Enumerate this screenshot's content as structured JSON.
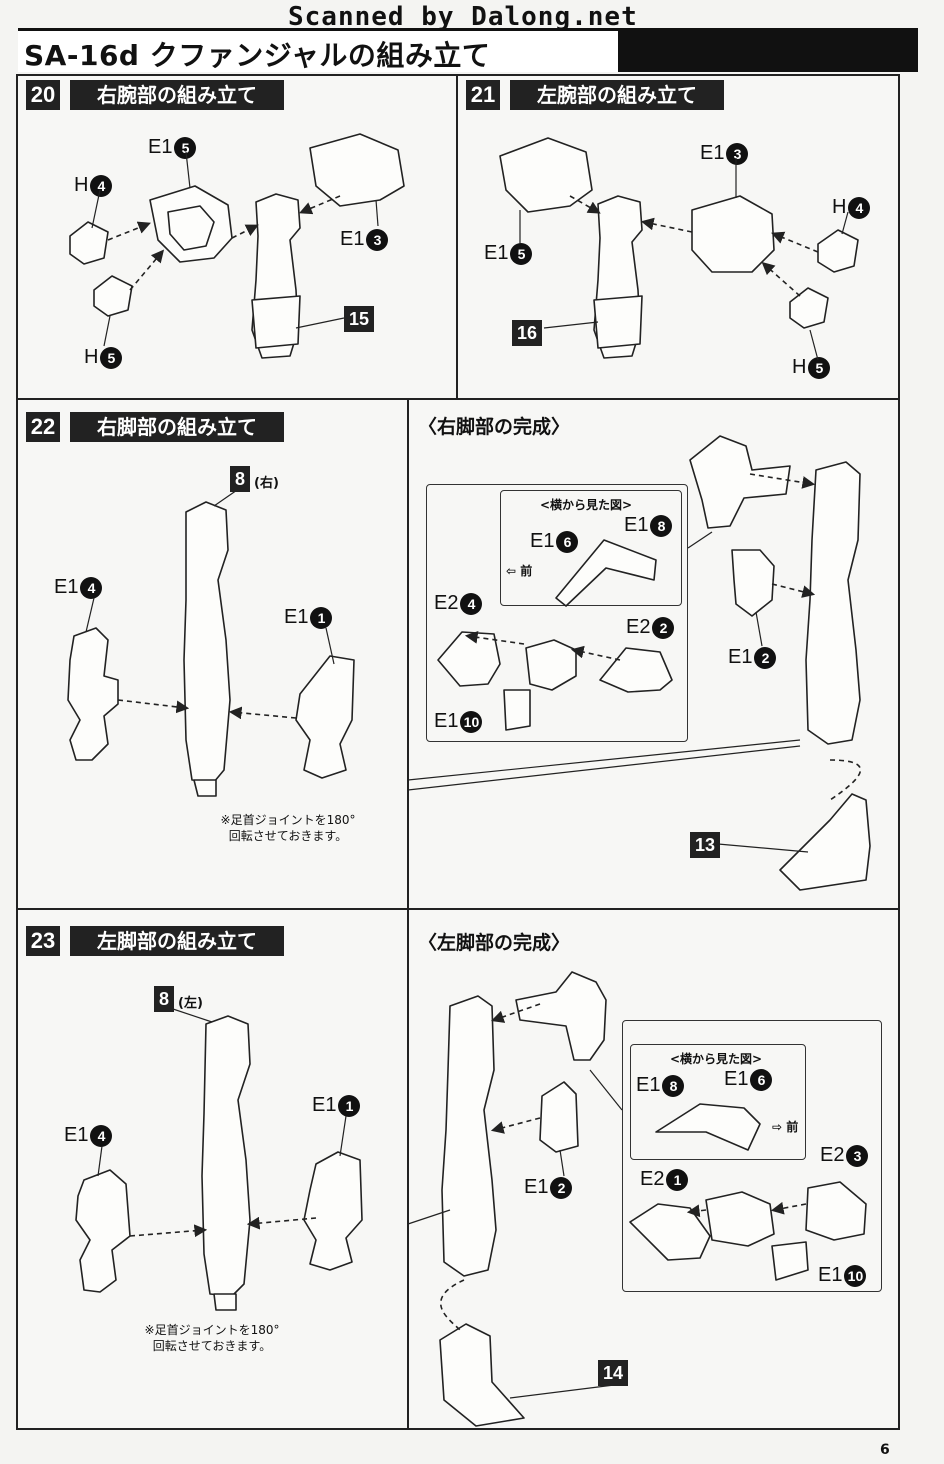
{
  "watermark": "Scanned by Dalong.net",
  "page_title": "SA-16d クファンジャルの組み立て",
  "page_number": "6",
  "steps": [
    {
      "num": "20",
      "title": "右腕部の組み立て",
      "parts": {
        "a": {
          "prefix": "E1",
          "n": "5"
        },
        "b": {
          "prefix": "H",
          "n": "4"
        },
        "c": {
          "prefix": "E1",
          "n": "3"
        },
        "d": {
          "prefix": "H",
          "n": "5"
        }
      },
      "ref": "15"
    },
    {
      "num": "21",
      "title": "左腕部の組み立て",
      "parts": {
        "a": {
          "prefix": "E1",
          "n": "3"
        },
        "b": {
          "prefix": "H",
          "n": "4"
        },
        "c": {
          "prefix": "E1",
          "n": "5"
        },
        "d": {
          "prefix": "H",
          "n": "5"
        }
      },
      "ref": "16"
    },
    {
      "num": "22",
      "title": "右脚部の組み立て",
      "ref": "8",
      "ref_side": "(右)",
      "parts": {
        "a": {
          "prefix": "E1",
          "n": "4"
        },
        "b": {
          "prefix": "E1",
          "n": "1"
        }
      },
      "note": "※足首ジョイントを180°\n回転させておきます。"
    },
    {
      "num": "23",
      "title": "左脚部の組み立て",
      "ref": "8",
      "ref_side": "(左)",
      "parts": {
        "a": {
          "prefix": "E1",
          "n": "4"
        },
        "b": {
          "prefix": "E1",
          "n": "1"
        }
      },
      "note": "※足首ジョイントを180°\n回転させておきます。"
    }
  ],
  "completions": [
    {
      "title": "〈右脚部の完成〉",
      "inset_title": "<横から見た図>",
      "front": "前",
      "parts": {
        "a": {
          "prefix": "E1",
          "n": "6"
        },
        "b": {
          "prefix": "E1",
          "n": "8"
        },
        "c": {
          "prefix": "E2",
          "n": "4"
        },
        "d": {
          "prefix": "E2",
          "n": "2"
        },
        "e": {
          "prefix": "E1",
          "n": "10"
        },
        "f": {
          "prefix": "E1",
          "n": "2"
        }
      },
      "ref": "13"
    },
    {
      "title": "〈左脚部の完成〉",
      "inset_title": "<横から見た図>",
      "front": "前",
      "parts": {
        "a": {
          "prefix": "E1",
          "n": "8"
        },
        "b": {
          "prefix": "E1",
          "n": "6"
        },
        "c": {
          "prefix": "E2",
          "n": "1"
        },
        "d": {
          "prefix": "E2",
          "n": "3"
        },
        "e": {
          "prefix": "E1",
          "n": "10"
        },
        "f": {
          "prefix": "E1",
          "n": "2"
        }
      },
      "ref": "14"
    }
  ]
}
